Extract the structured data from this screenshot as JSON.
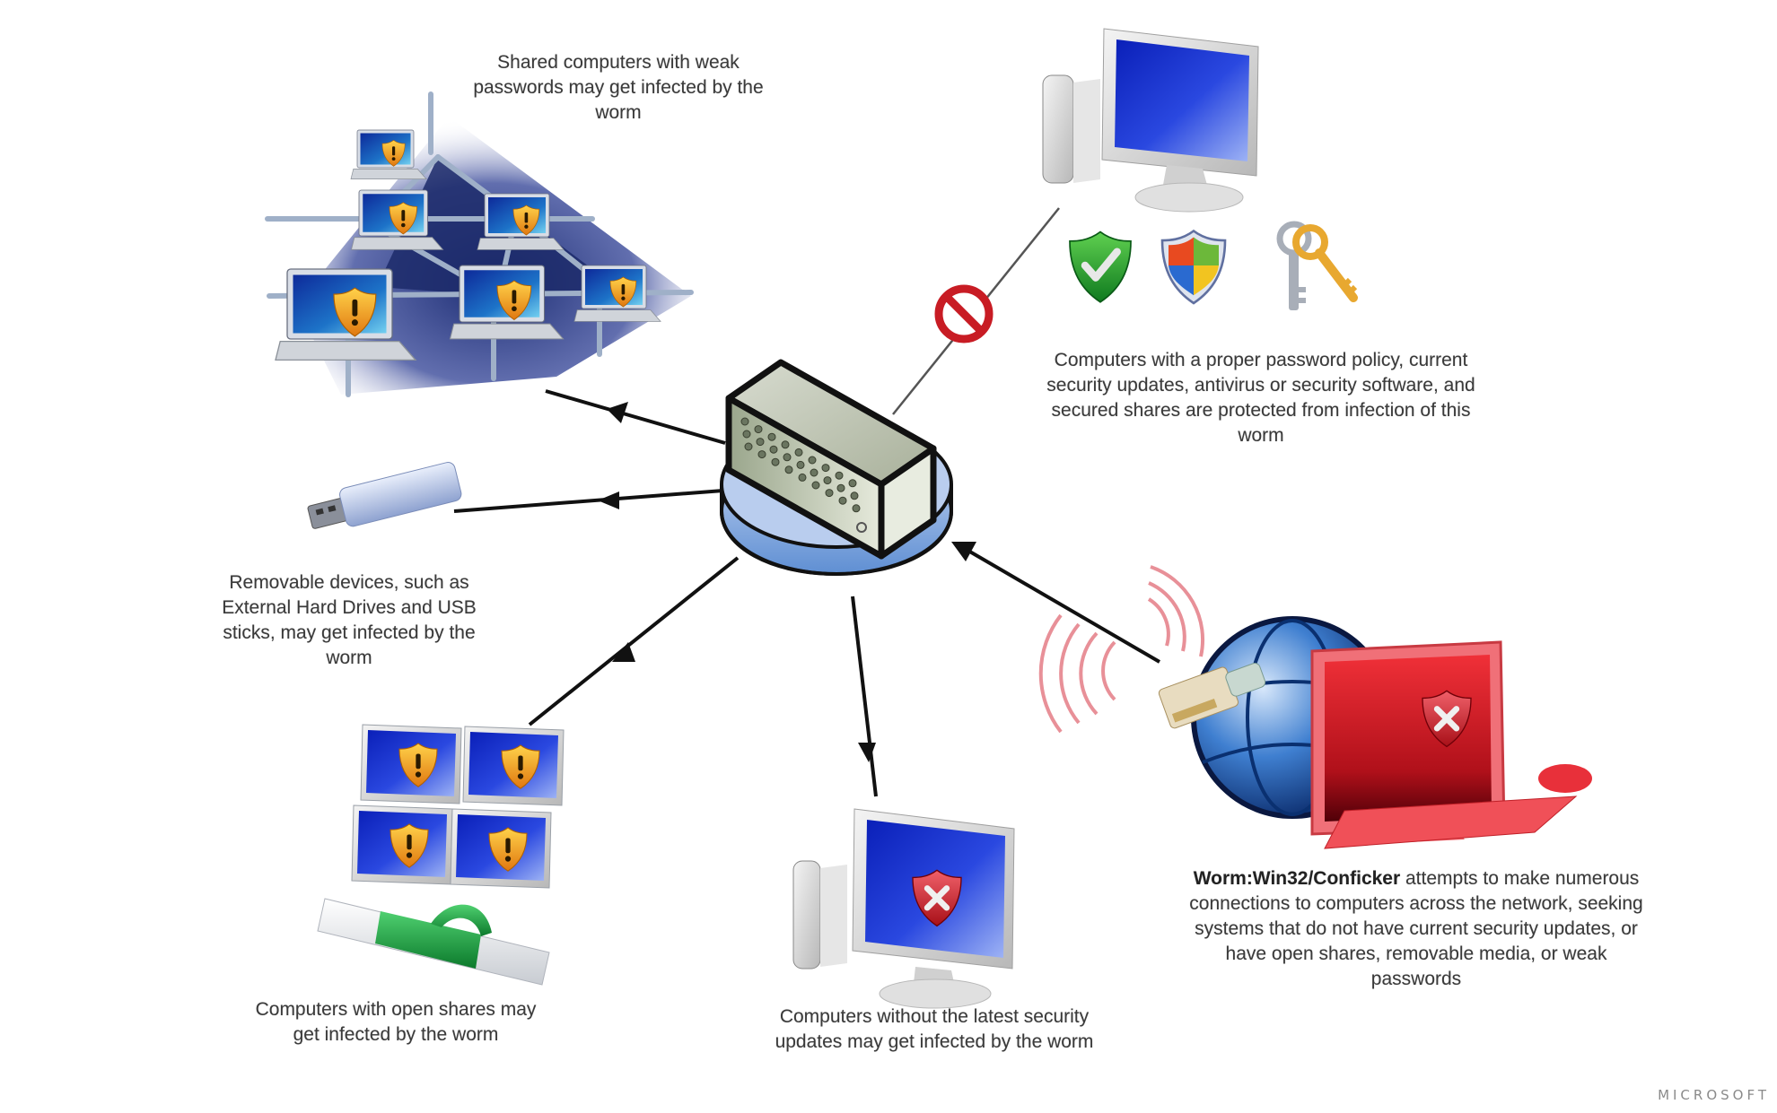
{
  "diagram": {
    "title": "Worm:Win32/Conficker infection paths",
    "hub": {
      "label": "network-switch"
    },
    "captions": {
      "shared_weak_passwords": "Shared computers with weak passwords may get infected by the worm",
      "protected": "Computers with a proper password policy, current security updates, antivirus or security software, and secured shares are protected from infection of this worm",
      "removable_devices": "Removable devices, such as External Hard Drives and USB sticks, may get infected by the worm",
      "open_shares": "Computers with open shares may get infected by the worm",
      "no_updates": "Computers without the latest security updates may get infected by the worm",
      "worm_name": "Worm:Win32/Conficker",
      "worm_description": " attempts to make numerous connections to computers across the network, seeking systems that do not have current security updates, or have open shares, removable media, or weak passwords"
    },
    "nodes": [
      {
        "id": "shared-network",
        "icon": "laptop-network-warning",
        "status": "infected"
      },
      {
        "id": "protected-pc",
        "icon": "desktop-computer",
        "status": "protected"
      },
      {
        "id": "usb-stick",
        "icon": "usb-drive",
        "status": "infected"
      },
      {
        "id": "open-shares",
        "icon": "monitors-shared-warning",
        "status": "infected"
      },
      {
        "id": "unpatched-pc",
        "icon": "desktop-computer-error",
        "status": "infected"
      },
      {
        "id": "worm-source",
        "icon": "infected-computer-globe",
        "status": "source"
      }
    ],
    "protection_icons": [
      "security-check-shield-icon",
      "windows-security-shield-icon",
      "keys-icon"
    ],
    "blocked_icon": "no-entry-icon",
    "edges": [
      {
        "from": "hub",
        "to": "shared-network",
        "style": "arrow"
      },
      {
        "from": "hub",
        "to": "usb-stick",
        "style": "arrow"
      },
      {
        "from": "hub",
        "to": "open-shares",
        "style": "arrow"
      },
      {
        "from": "hub",
        "to": "unpatched-pc",
        "style": "arrow"
      },
      {
        "from": "worm-source",
        "to": "hub",
        "style": "arrow"
      },
      {
        "from": "hub",
        "to": "protected-pc",
        "style": "blocked"
      }
    ],
    "colors": {
      "arrow": "#111111",
      "screen_blue": "#1a2fd0",
      "warning_orange": "#f0a020",
      "danger_red": "#d8202a",
      "ok_green": "#2fa53a",
      "hub_blue": "#8fb0e0"
    },
    "credit": "MICROSOFT"
  }
}
